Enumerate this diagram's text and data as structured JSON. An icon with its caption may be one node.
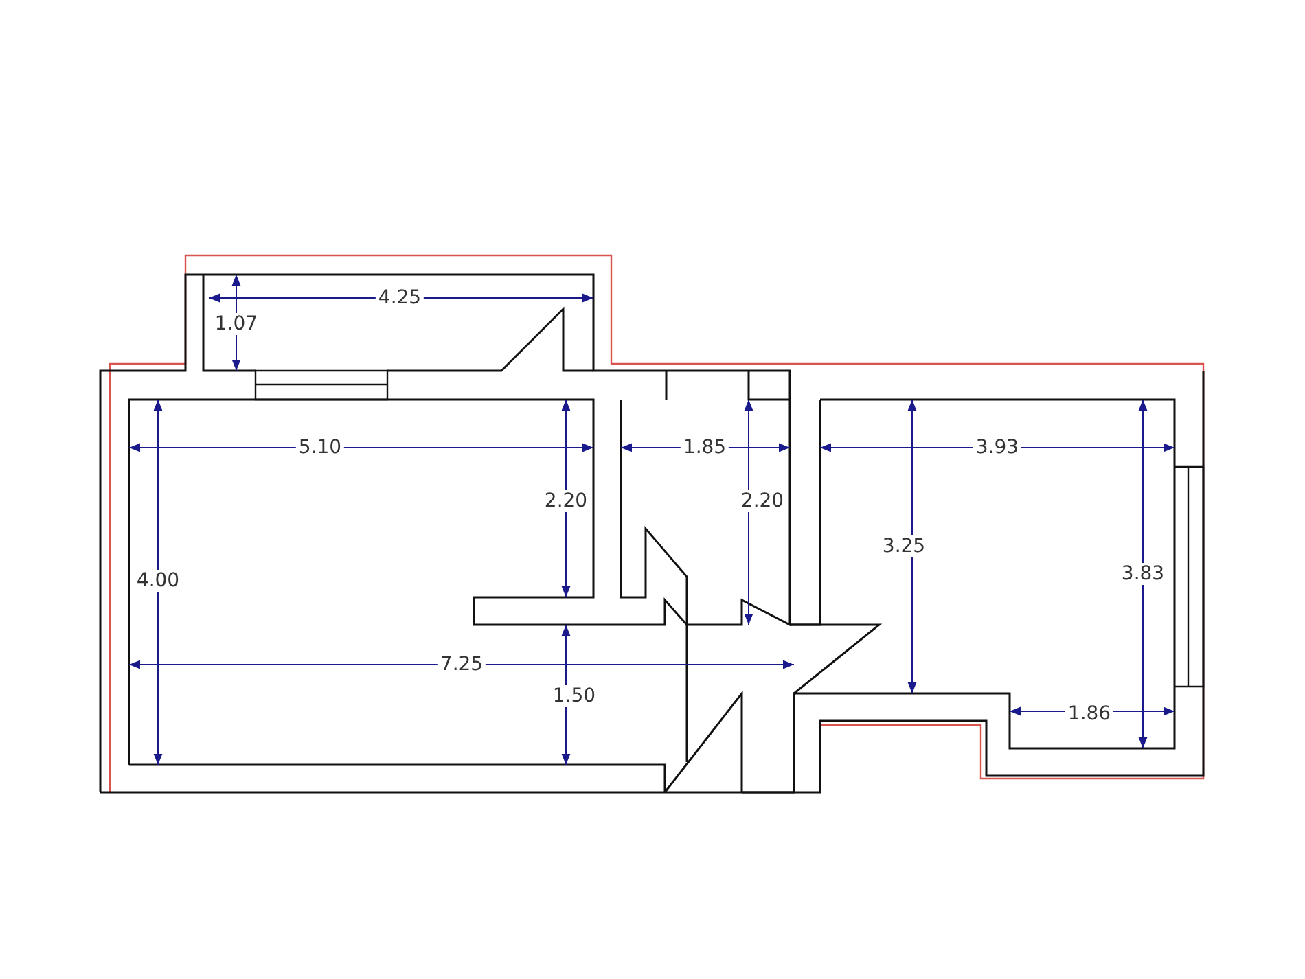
{
  "diagram": {
    "labels": [
      "4.25",
      "1.07",
      "5.10",
      "1.85",
      "3.93",
      "2.20",
      "2.20",
      "3.25",
      "3.83",
      "4.00",
      "7.25",
      "1.50",
      "1.86"
    ]
  }
}
